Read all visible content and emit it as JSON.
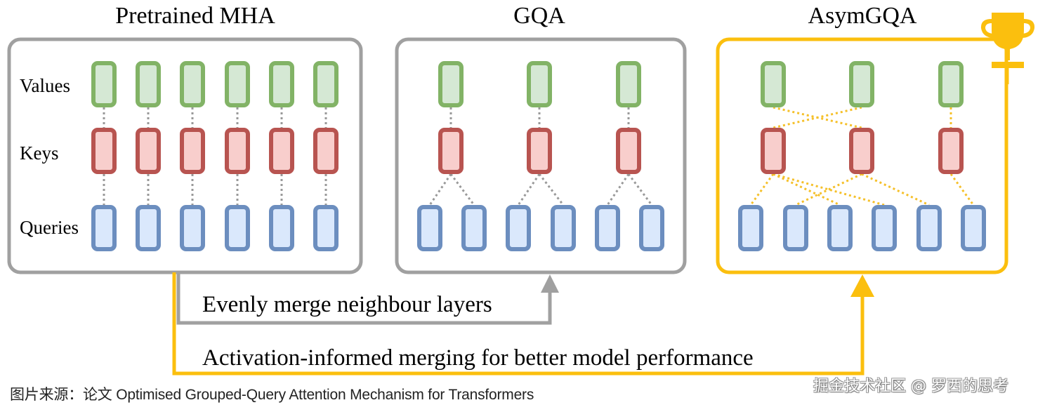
{
  "colors": {
    "panel_gray": "#a0a0a0",
    "panel_gold": "#fbbf0e",
    "value_stroke": "#82b366",
    "value_fill": "#d5e8d4",
    "key_stroke": "#b85450",
    "key_fill": "#f8cecc",
    "query_stroke": "#6c8ebf",
    "query_fill": "#dae8fc",
    "link_gray": "#999999",
    "link_gold": "#f5c02a"
  },
  "panels": [
    {
      "id": "mha",
      "title": "Pretrained MHA",
      "row_labels": [
        "Values",
        "Keys",
        "Queries"
      ],
      "num_values": 6,
      "num_keys": 6,
      "num_queries": 6,
      "value_to_key": [
        [
          0,
          0
        ],
        [
          1,
          1
        ],
        [
          2,
          2
        ],
        [
          3,
          3
        ],
        [
          4,
          4
        ],
        [
          5,
          5
        ]
      ],
      "key_to_query": [
        [
          0,
          0
        ],
        [
          1,
          1
        ],
        [
          2,
          2
        ],
        [
          3,
          3
        ],
        [
          4,
          4
        ],
        [
          5,
          5
        ]
      ]
    },
    {
      "id": "gqa",
      "title": "GQA",
      "num_values": 3,
      "num_keys": 3,
      "num_queries": 6,
      "value_to_key": [
        [
          0,
          0
        ],
        [
          1,
          1
        ],
        [
          2,
          2
        ]
      ],
      "key_to_query": [
        [
          0,
          0
        ],
        [
          0,
          1
        ],
        [
          1,
          2
        ],
        [
          1,
          3
        ],
        [
          2,
          4
        ],
        [
          2,
          5
        ]
      ]
    },
    {
      "id": "asymgqa",
      "title": "AsymGQA",
      "num_values": 3,
      "num_keys": 3,
      "num_queries": 6,
      "value_to_key": [
        [
          0,
          1
        ],
        [
          1,
          0
        ],
        [
          2,
          2
        ]
      ],
      "key_to_query": [
        [
          0,
          0
        ],
        [
          0,
          2
        ],
        [
          0,
          3
        ],
        [
          1,
          1
        ],
        [
          1,
          4
        ],
        [
          2,
          5
        ]
      ],
      "badge": "trophy-icon"
    }
  ],
  "arrows": {
    "gray_label": "Evenly merge neighbour layers",
    "gold_label": "Activation-informed merging for better model performance"
  },
  "caption": "图片来源：论文 Optimised Grouped-Query Attention Mechanism for Transformers",
  "watermark": "掘金技术社区 @ 罗西的思考"
}
